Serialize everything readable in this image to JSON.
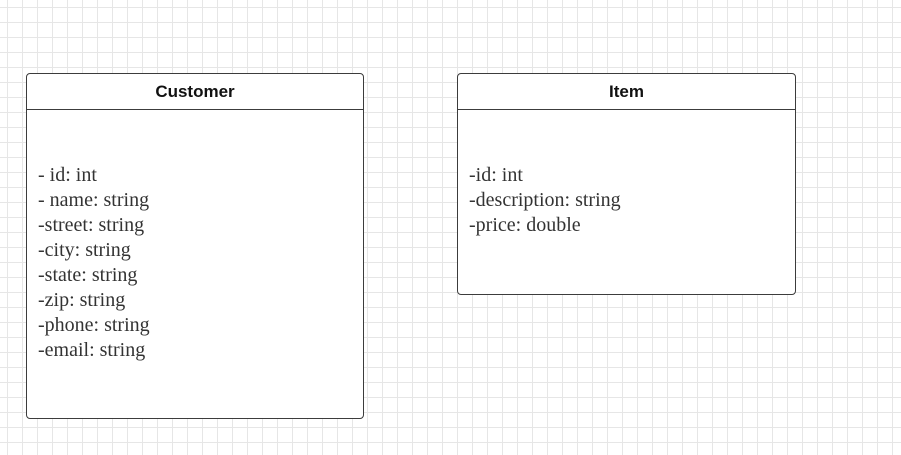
{
  "classes": {
    "customer": {
      "name": "Customer",
      "attributes": [
        "- id: int",
        "- name: string",
        "-street: string",
        "-city: string",
        "-state: string",
        "-zip: string",
        "-phone: string",
        "-email: string"
      ]
    },
    "item": {
      "name": "Item",
      "attributes": [
        "-id: int",
        "-description: string",
        "-price: double"
      ]
    }
  }
}
